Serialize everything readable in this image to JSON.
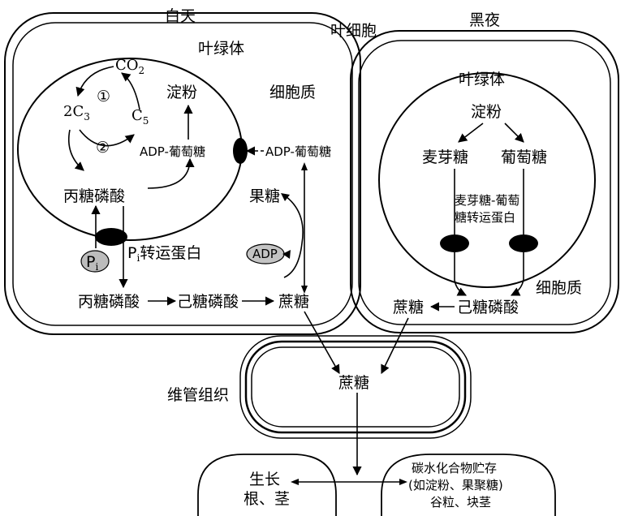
{
  "labels": {
    "daytime": "白天",
    "nighttime": "黑夜",
    "leaf_cell": "叶细胞",
    "chloroplast": "叶绿体",
    "cytoplasm": "细胞质",
    "co2": "CO",
    "co2_sub": "2",
    "c3": "2C",
    "c3_sub": "3",
    "c5": "C",
    "c5_sub": "5",
    "step1": "①",
    "step2": "②",
    "starch": "淀粉",
    "adp_glucose_in": "ADP-葡萄糖",
    "adp_glucose_out": "ADP-葡萄糖",
    "triose_phosphate": "丙糖磷酸",
    "triose_phosphate_cyto": "丙糖磷酸",
    "pi": "P",
    "pi_sub": "i",
    "pi_transporter": "转运蛋白",
    "fructose": "果糖",
    "adp": "ADP",
    "hexose_phosphate": "己糖磷酸",
    "sucrose": "蔗糖",
    "maltose": "麦芽糖",
    "glucose": "葡萄糖",
    "maltose_glucose_transporter_1": "麦芽糖-葡萄",
    "maltose_glucose_transporter_2": "糖转运蛋白",
    "vascular_tissue": "维管组织",
    "growth": "生长",
    "root_stem": "根、茎",
    "carb_storage_1": "碳水化合物贮存",
    "carb_storage_2": "(如淀粉、果聚糖)",
    "carb_storage_3": "谷粒、块茎"
  }
}
